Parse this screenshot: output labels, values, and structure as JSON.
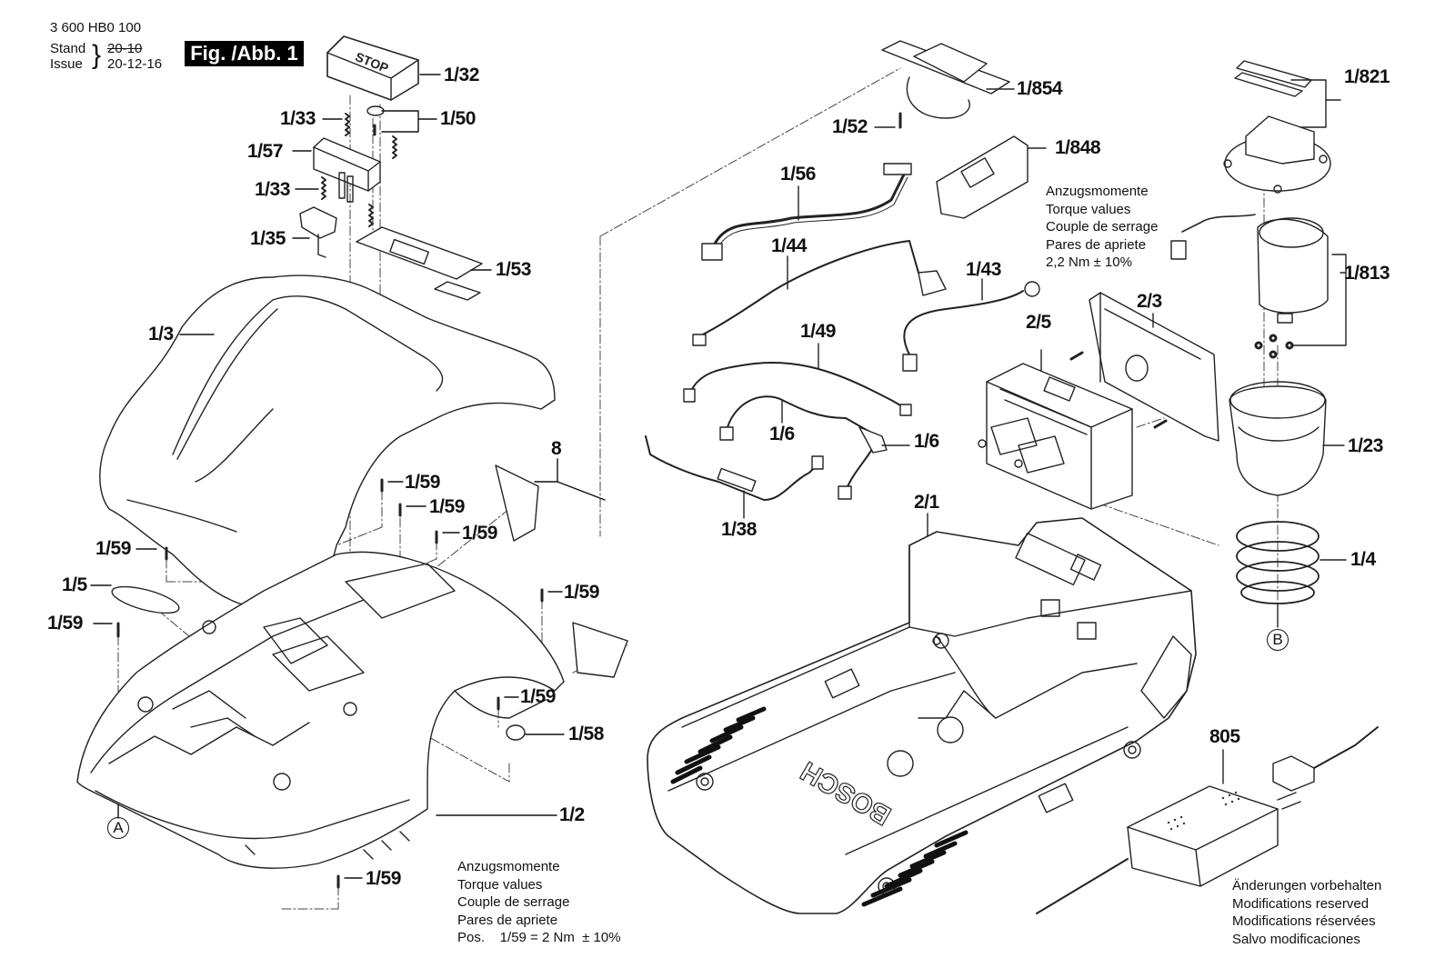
{
  "header": {
    "doc_number": "3 600 HB0 100",
    "stand_label": "Stand",
    "issue_label": "Issue",
    "stand_value": "20-10",
    "issue_value": "20-12-16",
    "figure_label": "Fig. /Abb. 1"
  },
  "part_labels": {
    "p1_32": "1/32",
    "p1_33a": "1/33",
    "p1_50": "1/50",
    "p1_57": "1/57",
    "p1_33b": "1/33",
    "p1_35": "1/35",
    "p1_53": "1/53",
    "p1_3": "1/3",
    "p8": "8",
    "p1_59a": "1/59",
    "p1_59b": "1/59",
    "p1_59c": "1/59",
    "p1_59d": "1/59",
    "p1_5": "1/5",
    "p1_59e": "1/59",
    "p1_59f": "1/59",
    "p1_59g": "1/59",
    "p1_58": "1/58",
    "p1_2": "1/2",
    "p1_59h": "1/59",
    "p1_854": "1/854",
    "p1_52": "1/52",
    "p1_848": "1/848",
    "p1_56": "1/56",
    "p1_44": "1/44",
    "p1_43": "1/43",
    "p1_49": "1/49",
    "p1_6a": "1/6",
    "p1_6b": "1/6",
    "p1_38": "1/38",
    "p2_5": "2/5",
    "p2_3": "2/3",
    "p2_1": "2/1",
    "p1_821": "1/821",
    "p1_813": "1/813",
    "p1_23": "1/23",
    "p1_4": "1/4",
    "p805": "805"
  },
  "reference_markers": {
    "a": "A",
    "b": "B"
  },
  "torque_note_top": {
    "lines": [
      "Anzugsmomente",
      "Torque values",
      "Couple de serrage",
      "Pares de apriete",
      "2,2 Nm  ± 10%"
    ]
  },
  "torque_note_bottom": {
    "lines": [
      "Anzugsmomente",
      "Torque values",
      "Couple de serrage",
      "Pares de apriete",
      "Pos.    1/59 = 2 Nm  ± 10%"
    ]
  },
  "modifications_note": {
    "lines": [
      "Änderungen vorbehalten",
      "Modifications reserved",
      "Modifications réservées",
      "Salvo modificaciones"
    ]
  },
  "brand_text": "BOSCH",
  "stop_text": "STOP"
}
